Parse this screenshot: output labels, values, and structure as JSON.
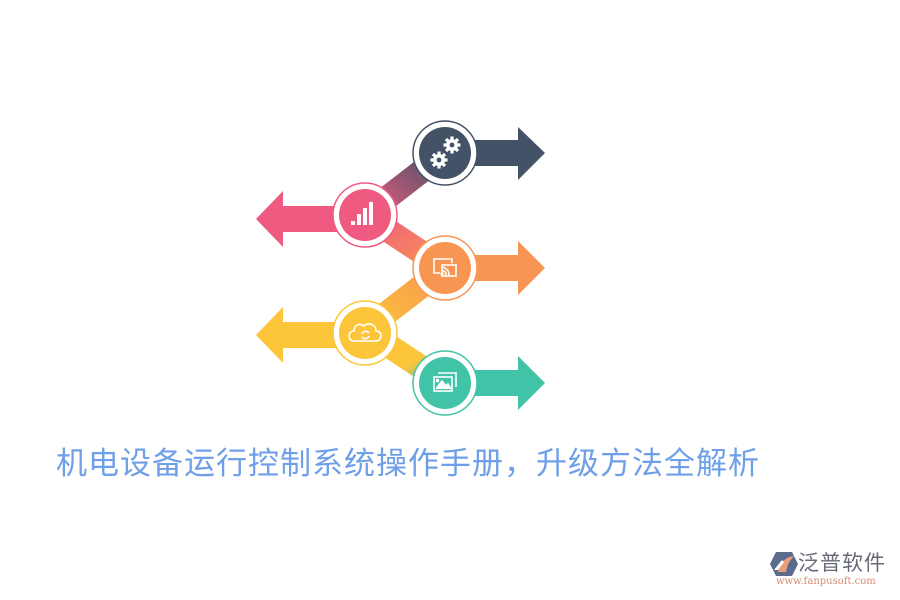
{
  "title": "机电设备运行控制系统操作手册，升级方法全解析",
  "logo": {
    "name": "泛普软件",
    "url": "www.fanpusoft.com",
    "colors": {
      "mark_primary": "#5a6c8c",
      "mark_accent": "#e9a07a",
      "url": "#d98a72"
    }
  },
  "diagram": {
    "steps": [
      {
        "id": 1,
        "icon": "gears-icon",
        "direction": "right",
        "color": "#435266"
      },
      {
        "id": 2,
        "icon": "bar-chart-icon",
        "direction": "left",
        "color": "#ef5a80"
      },
      {
        "id": 3,
        "icon": "wireless-display-icon",
        "direction": "right",
        "color": "#f89552"
      },
      {
        "id": 4,
        "icon": "cloud-sync-icon",
        "direction": "left",
        "color": "#fcc53a"
      },
      {
        "id": 5,
        "icon": "image-gallery-icon",
        "direction": "right",
        "color": "#41c3a7"
      }
    ]
  },
  "colors": {
    "title": "#6f9fe8",
    "background": "#ffffff"
  }
}
